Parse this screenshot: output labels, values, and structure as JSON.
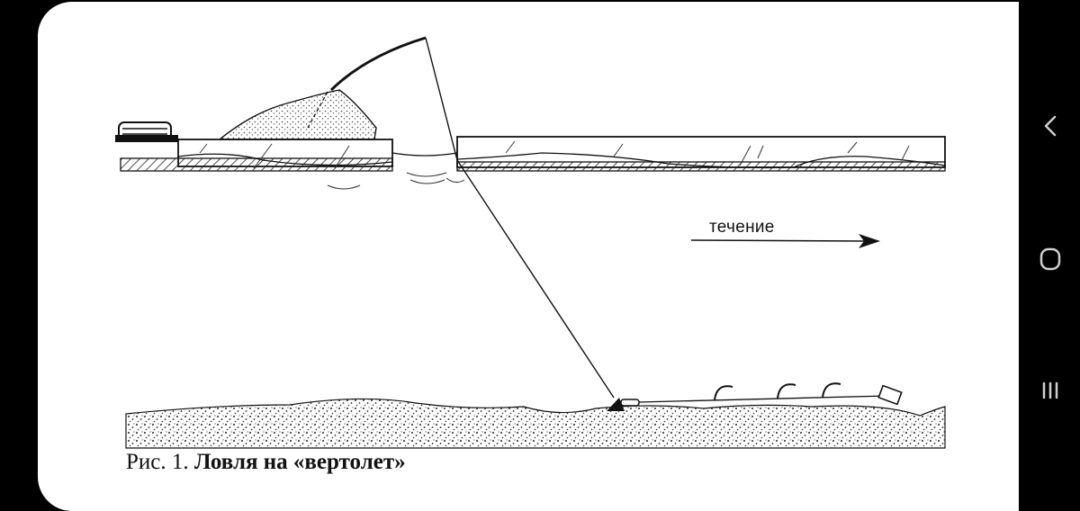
{
  "figure": {
    "flow_label": "течение",
    "caption_prefix": "Рис. 1.",
    "caption_title": "Ловля на «вертолет»"
  },
  "nav": {
    "icons": [
      "back-icon",
      "home-icon",
      "recents-icon"
    ],
    "color": "#cfcfcf"
  }
}
